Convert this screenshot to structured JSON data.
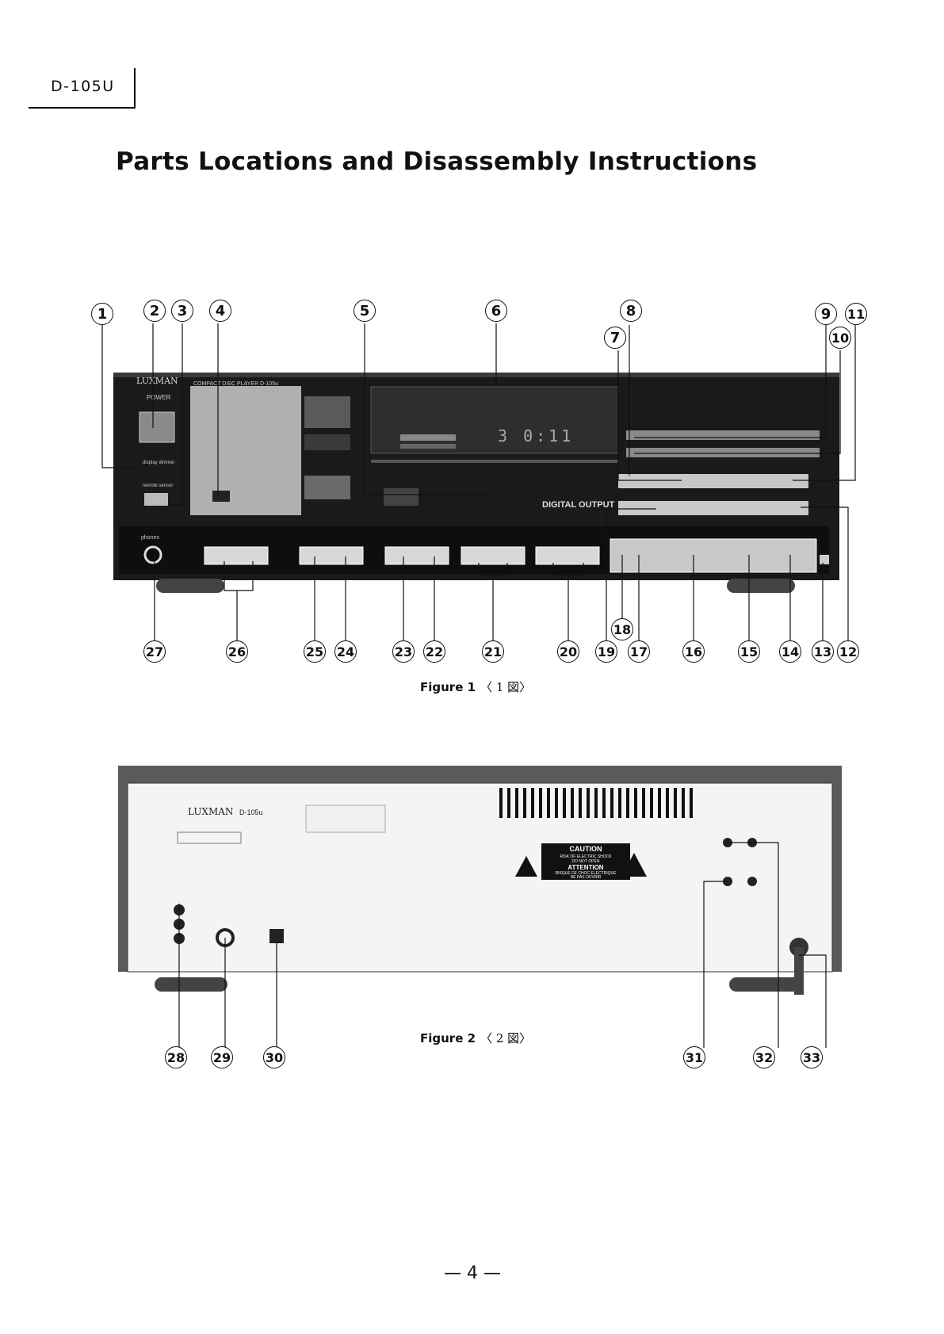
{
  "header": {
    "model": "D-105U"
  },
  "title": "Parts Locations and Disassembly Instructions",
  "figure1": {
    "caption": "Figure 1",
    "caption_jp": "〈 1 図〉",
    "brand": "LUXMAN",
    "model_label": "COMPACT DISC PLAYER D-105u",
    "power_label": "POWER",
    "display_label": "display dimmer",
    "remote_label": "remote sensor",
    "phones_label": "phones",
    "digital_output_label": "DIGITAL OUTPUT",
    "display_readout": "3 0:11",
    "callouts_top": [
      "1",
      "2",
      "3",
      "4",
      "5",
      "6",
      "7",
      "8",
      "9",
      "10",
      "11"
    ],
    "callouts_bottom": [
      "27",
      "26",
      "25",
      "24",
      "23",
      "22",
      "21",
      "20",
      "19",
      "18",
      "17",
      "16",
      "15",
      "14",
      "13",
      "12"
    ]
  },
  "figure2": {
    "caption": "Figure 2",
    "caption_jp": "〈 2 図〉",
    "brand": "LUXMAN",
    "model": "D-105u",
    "caution_title": "CAUTION",
    "caution_text_1": "RISK OF ELECTRIC SHOCK",
    "caution_text_2": "DO NOT OPEN",
    "attention_title": "ATTENTION",
    "attention_text_1": "RISQUE DE CHOC ELECTRIQUE",
    "attention_text_2": "NE PAS OUVRIR",
    "callouts": [
      "28",
      "29",
      "30",
      "31",
      "32",
      "33"
    ]
  },
  "footer": {
    "page": "— 4 —"
  }
}
